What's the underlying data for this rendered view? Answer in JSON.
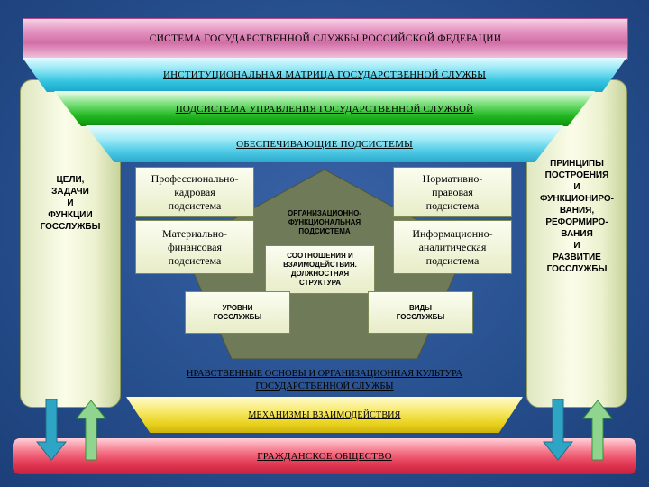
{
  "bands": {
    "title": "СИСТЕМА ГОСУДАРСТВЕННОЙ СЛУЖБЫ РОССИЙСКОЙ ФЕДЕРАЦИИ",
    "matrix": "ИНСТИТУЦИОНАЛЬНАЯ МАТРИЦА ГОСУДАРСТВЕННОЙ СЛУЖБЫ",
    "management": "ПОДСИСТЕМА УПРАВЛЕНИЯ ГОСУДАРСТВЕННОЙ СЛУЖБОЙ",
    "supporting": "ОБЕСПЕЧИВАЮЩИЕ ПОДСИСТЕМЫ",
    "ethics": "НРАВСТВЕННЫЕ ОСНОВЫ И ОРГАНИЗАЦИОННАЯ КУЛЬТУРА\nГОСУДАРСТВЕННОЙ СЛУЖБЫ",
    "mechanisms": "МЕХАНИЗМЫ ВЗАИМОДЕЙСТВИЯ",
    "society": "ГРАЖДАНСКОЕ ОБЩЕСТВО"
  },
  "pillars": {
    "left": "ЦЕЛИ,\nЗАДАЧИ\nИ\nФУНКЦИИ\nГОССЛУЖБЫ",
    "right": "ПРИНЦИПЫ\nПОСТРОЕНИЯ\nИ\nФУНКЦИОНИРО-\nВАНИЯ,\nРЕФОРМИРО-\nВАНИЯ\nИ\nРАЗВИТИЕ\nГОССЛУЖБЫ"
  },
  "subsystems": {
    "personnel": "Профессионально-\nкадровая\nподсистема",
    "finance": "Материально-\nфинансовая\nподсистема",
    "legal": "Нормативно-\nправовая\nподсистема",
    "info": "Информационно-\nаналитическая\nподсистема"
  },
  "center": {
    "org": "ОРГАНИЗАЦИОННО-\nФУНКЦИОНАЛЬНАЯ\nПОДСИСТЕМА",
    "ratio": "СООТНОШЕНИЯ И\nВЗАИМОДЕЙСТВИЯ.\nДОЛЖНОСТНАЯ\nСТРУКТУРА",
    "levels": "УРОВНИ\nГОССЛУЖБЫ",
    "types": "ВИДЫ\nГОССЛУЖБЫ"
  },
  "colors": {
    "background": "#27508f",
    "title_band": "#d16ea6",
    "matrix_band": "#33c3e0",
    "management_band": "#22b822",
    "mechanisms_band": "#e8d21e",
    "society_band": "#e23a55",
    "arrow_down": "#2fa5c6",
    "arrow_up": "#8fd48f",
    "pentagon": "#6f7a58"
  }
}
